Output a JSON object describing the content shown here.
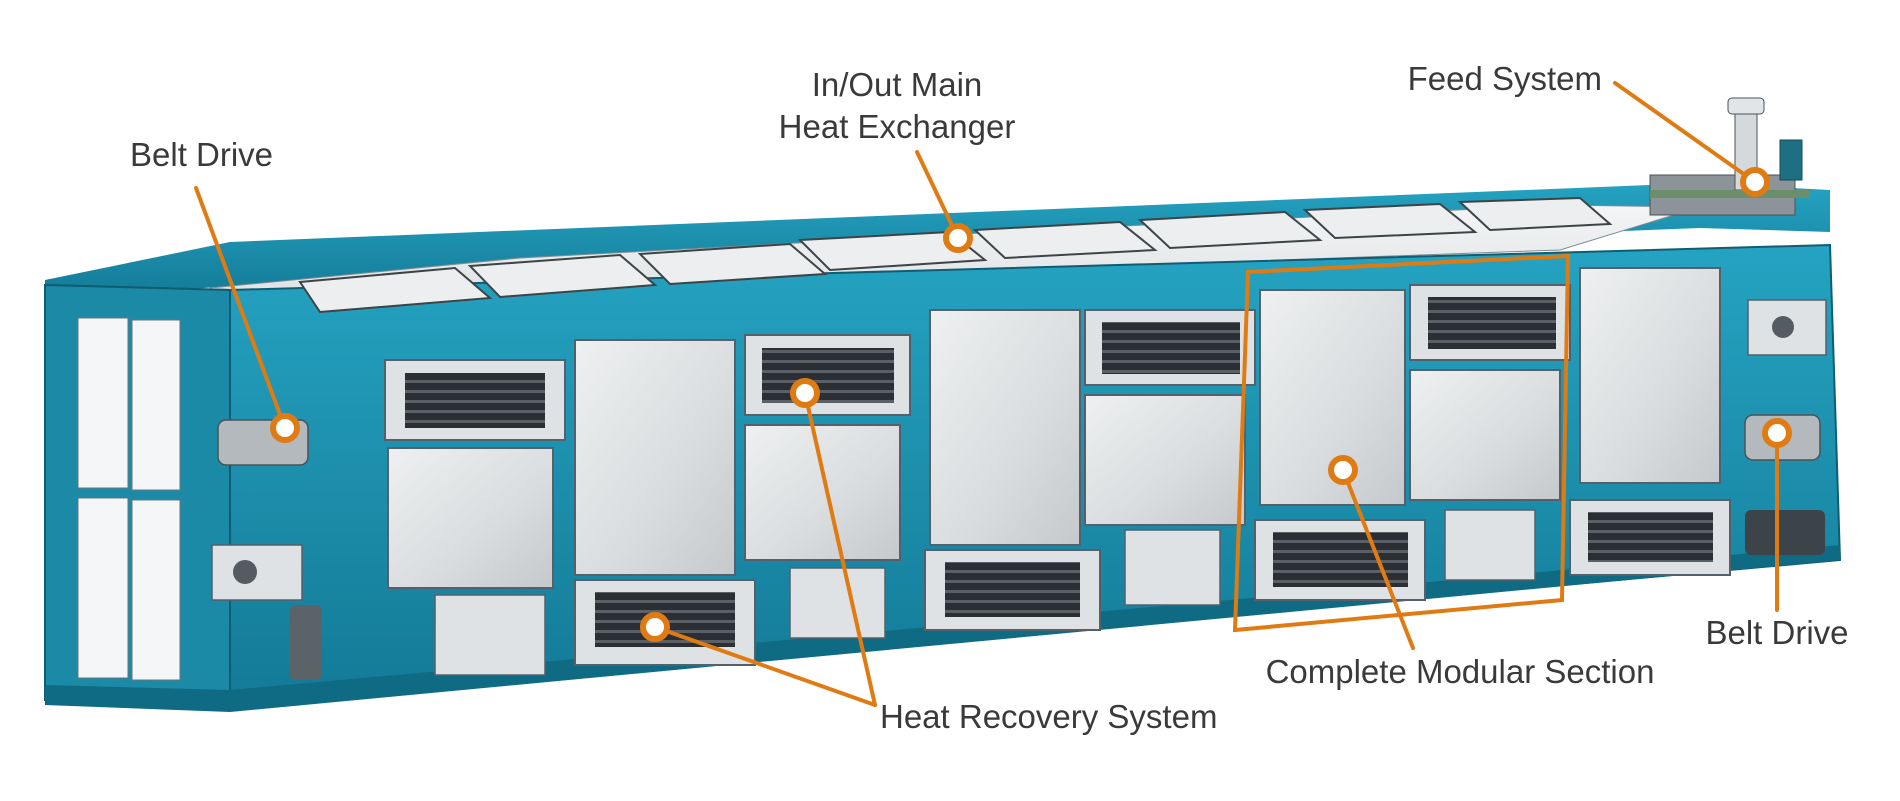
{
  "labels": {
    "belt_drive_left": "Belt Drive",
    "heat_exchanger_line1": "In/Out Main",
    "heat_exchanger_line2": "Heat Exchanger",
    "feed_system": "Feed System",
    "heat_recovery": "Heat Recovery System",
    "modular_section": "Complete Modular Section",
    "belt_drive_right": "Belt Drive"
  },
  "colors": {
    "accent": "#E07B13",
    "frame": "#1A8FAE",
    "frame_dark": "#116E88",
    "panel": "#DDE0E2",
    "grille": "#2E3236",
    "label_text": "#3A3A3A"
  }
}
